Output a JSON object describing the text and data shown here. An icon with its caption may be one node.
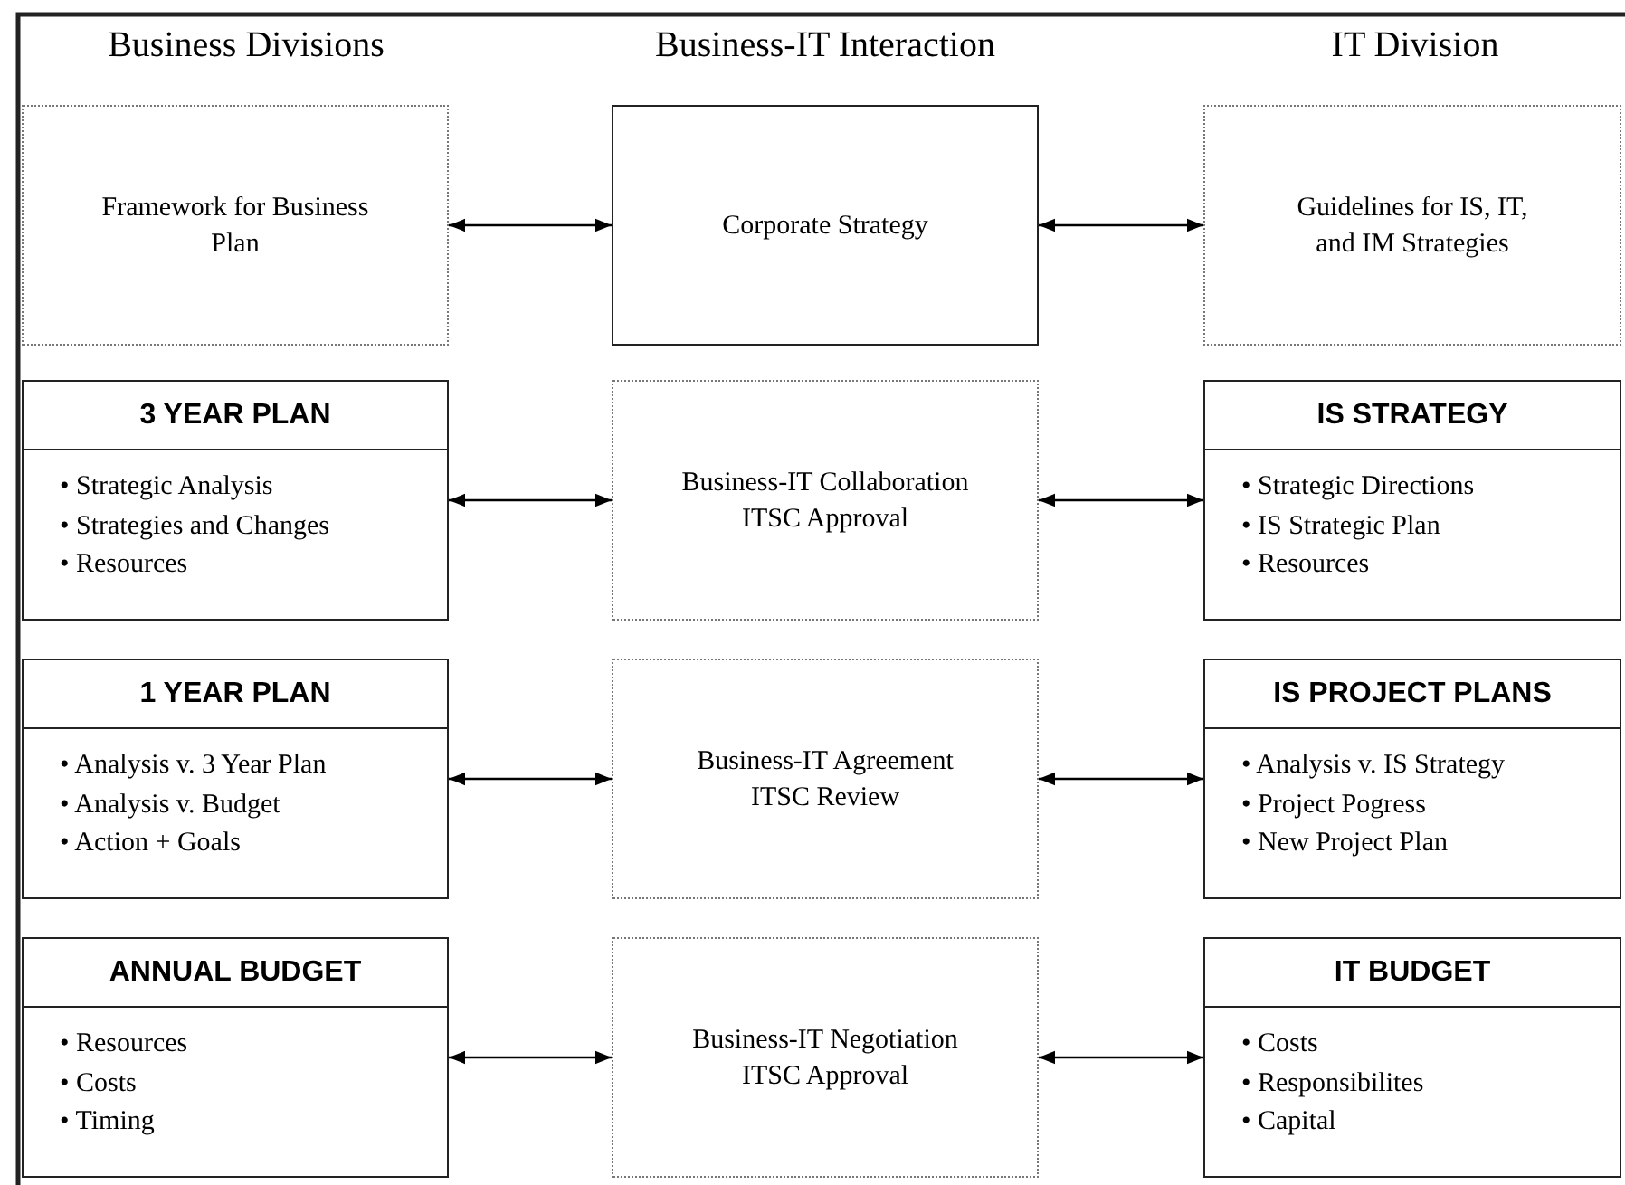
{
  "diagram": {
    "nodes": [
      {
        "text": [
          "Framework for Business Plan"
        ]
      },
      {
        "text": [
          "Corporate Strategy"
        ]
      },
      {
        "text": [
          "Guidelines for IS, IT, and IM Strategies"
        ]
      },
      {
        "text": [
          "3 YEAR PLAN",
          "• Strategic Analysis",
          "• Strategies and Changes",
          "• Resources"
        ]
      },
      {
        "text": [
          "Business-IT Collaboration",
          "ITSC Approval"
        ]
      },
      {
        "text": [
          "IS STRATEGY",
          "• Strategic Directions",
          "• IS Strategic Plan",
          "• Resources"
        ]
      },
      {
        "text": [
          "1 YEAR PLAN",
          "• Analysis v. 3 Year Plan",
          "• Analysis v. Budget",
          "• Action + Goals"
        ]
      },
      {
        "text": [
          "Business-IT Agreement",
          "ITSC Review"
        ]
      },
      {
        "text": [
          "IS PROJECT PLANS",
          "• Analysis v. IS Strategy",
          "• Project Pogress",
          "• New Project Plan"
        ]
      },
      {
        "text": [
          "ANNUAL BUDGET",
          "• Resources",
          "• Costs",
          "• Timing"
        ]
      },
      {
        "text": [
          "Business-IT Negotiation",
          "ITSC Approval"
        ]
      },
      {
        "text": [
          "IT BUDGET",
          "• Costs",
          "• Responsibilites",
          "• Capital"
        ]
      }
    ],
    "edges": [
      {
        "from": 0,
        "to": 1,
        "arrow": "both"
      },
      {
        "from": 1,
        "to": 2,
        "arrow": "both"
      },
      {
        "from": 3,
        "to": 4,
        "arrow": "both"
      },
      {
        "from": 4,
        "to": 5,
        "arrow": "both"
      },
      {
        "from": 6,
        "to": 7,
        "arrow": "both"
      },
      {
        "from": 7,
        "to": 8,
        "arrow": "both"
      },
      {
        "from": 9,
        "to": 10,
        "arrow": "both"
      },
      {
        "from": 10,
        "to": 11,
        "arrow": "both"
      }
    ],
    "labels": [
      "Business Divisions",
      "Business-IT Interaction",
      "IT Division"
    ]
  }
}
